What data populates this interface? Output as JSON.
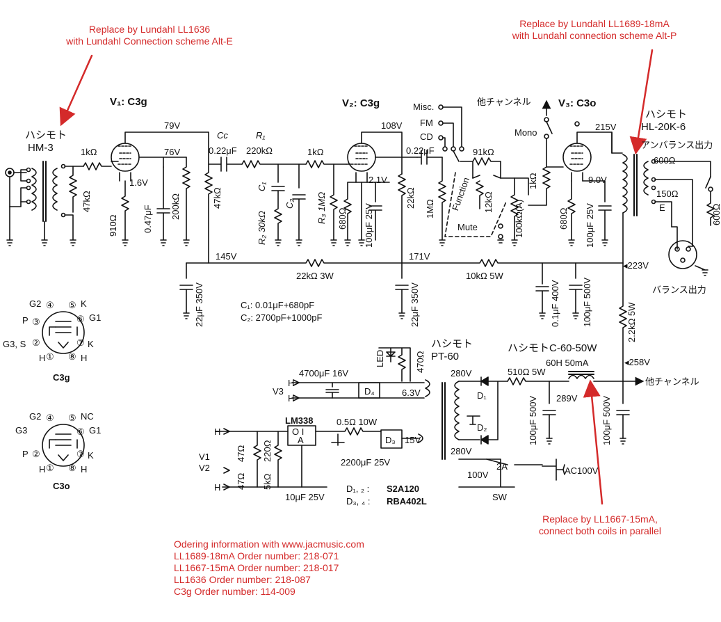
{
  "annotations": {
    "input_note": [
      "Replace by Lundahl LL1636",
      "with Lundahl Connection scheme Alt-E"
    ],
    "output_note": [
      "Replace by Lundahl LL1689-18mA",
      "with Lundahl connection scheme  Alt-P"
    ],
    "choke_note": [
      "Replace by LL1667-15mA,",
      "connect both coils in parallel"
    ],
    "ordering": [
      "Odering information with www.jacmusic.com",
      "LL1689-18mA   Order number: 218-071",
      "LL1667-15mA   Order number: 218-017",
      "LL1636   Order number: 218-087",
      "C3g   Order number: 114-009"
    ],
    "accent_color": "#d42a2a"
  },
  "tubes": {
    "v1": "V₁: C3g",
    "v2": "V₂: C3g",
    "v3": "V₃: C3o",
    "c3g_label": "C3g",
    "c3o_label": "C3o"
  },
  "transformers": {
    "input_maker": "ハシモト",
    "input_model": "HM-3",
    "output_maker": "ハシモト",
    "output_model": "HL-20K-6",
    "output_unbalanced": "アンバランス出力",
    "balanced_output": "バランス出力",
    "power_maker": "ハシモト",
    "power_model": "PT-60",
    "choke": "ハシモトC-60-50W",
    "choke_spec": "60H 50mA"
  },
  "voltages": [
    "79V",
    "76V",
    "1.6V",
    "108V",
    "2.1V",
    "215V",
    "9.0V",
    "145V",
    "171V",
    "◂223V",
    "◂258V",
    "289V",
    "280V",
    "280V",
    "6.3V",
    "15V",
    "100V",
    "AC100V"
  ],
  "components": {
    "r_1k_a": "1kΩ",
    "r_47k_a": "47kΩ",
    "r_910": "910Ω",
    "c_047": "0.47μF",
    "r_200k": "200kΩ",
    "r_47k_b": "47kΩ",
    "cc_label": "Cᴄ",
    "cc_val": "0.22μF",
    "r1_label": "R₁",
    "r1_val": "220kΩ",
    "c1_label": "C₁",
    "r2_label": "R₂ 30kΩ",
    "r_1k_b": "1kΩ",
    "c2_label": "C₂",
    "r3_label": "R₃ 1MΩ",
    "r_680_a": "680Ω",
    "c_100u_a": "100μF 25V",
    "c_022_b": "0.22μF",
    "r_22k": "22kΩ",
    "r_1m": "1MΩ",
    "r_91k": "91kΩ",
    "r_12k": "12kΩ",
    "pot_100k": "100kΩ(A)",
    "r_1k_c": "1kΩ",
    "r_680_b": "680Ω",
    "c_100u_b": "100μF 25V",
    "out_600": "600Ω",
    "out_150": "150Ω",
    "out_e": "E",
    "r_600": "600Ω",
    "r_22k_3w": "22kΩ 3W",
    "r_10k_5w": "10kΩ 5W",
    "c_22u_a": "22μF 350V",
    "c_22u_b": "22μF 350V",
    "c_01u": "0.1μF 400V",
    "c_100u_500": "100μF 500V",
    "r_22k_5w": "2.2kΩ 5W",
    "c1_value": "C₁: 0.01μF+680pF",
    "c2_value": "C₂: 2700pF+1000pF",
    "led": "LED",
    "r_470": "470Ω",
    "c_4700": "4700μF 16V",
    "d4": "D₄",
    "d3": "D₃",
    "d1": "D₁",
    "d2": "D₂",
    "r_510": "510Ω  5W",
    "c_100u_500b": "100μF 500V",
    "c_100u_500c": "100μF 500V",
    "lm338": "LM338",
    "lm_pins": "O   I",
    "lm_a": "A",
    "r_05": "0.5Ω  10W",
    "c_2200": "2200μF 25V",
    "r_47_a": "47Ω",
    "r_47_b": "47Ω",
    "r_220": "220Ω",
    "r_5k": "5kΩ",
    "c_10u": "10μF 25V",
    "fuse": "2A",
    "sw": "SW",
    "d12": "D₁, ₂ :",
    "d12_part": "S2A120",
    "d34": "D₃, ₄ :",
    "d34_part": "RBA402L",
    "v3": "V3",
    "v1": "V1",
    "v2": "V2",
    "h": "H"
  },
  "switches": {
    "misc": "Misc.",
    "fm": "FM",
    "cd": "CD",
    "function": "Function",
    "mute": "Mute",
    "mono": "Mono",
    "other_channel": "他チャンネル"
  },
  "pinout": {
    "c3g": [
      "G2",
      "④",
      "⑤",
      "K",
      "P",
      "③",
      "⑥",
      "G1",
      "G3, S",
      "②",
      "⑦",
      "K",
      "H",
      "①",
      "⑧",
      "H"
    ],
    "c3o": [
      "G2",
      "④",
      "⑤",
      "NC",
      "G3",
      "⑥",
      "G1",
      "P",
      "②",
      "⑦",
      "K",
      "H",
      "①",
      "⑧",
      "H"
    ]
  }
}
